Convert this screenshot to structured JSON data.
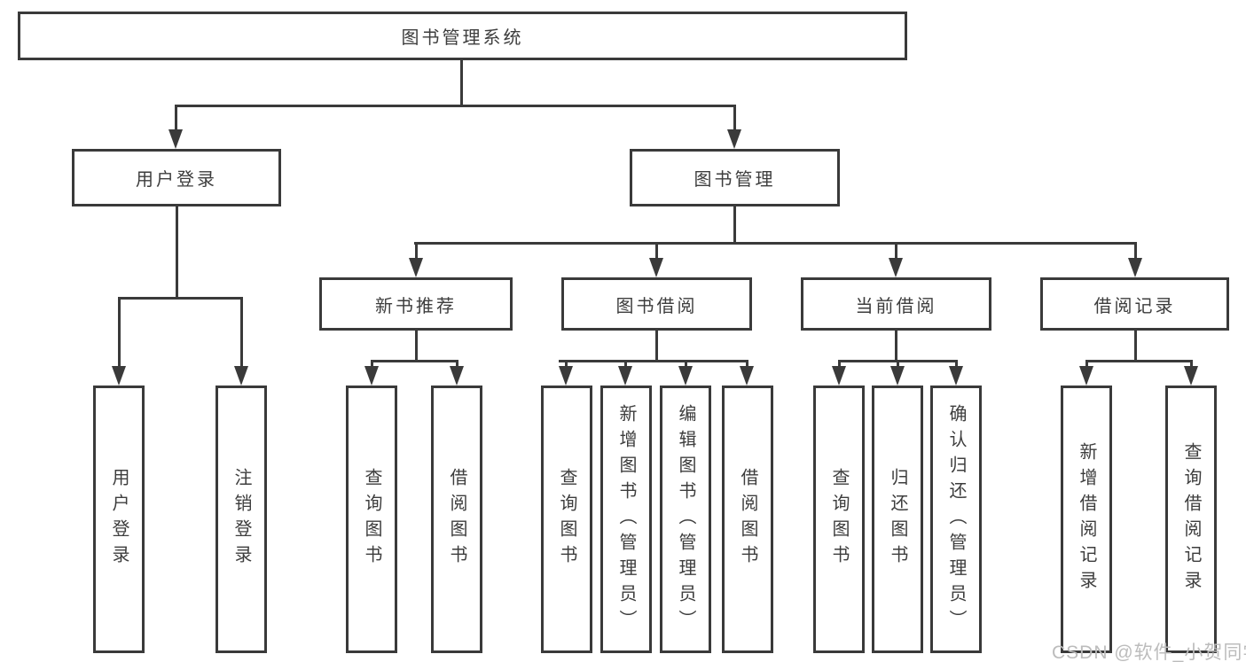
{
  "tree": {
    "root": {
      "label": "图书管理系统"
    },
    "branches": [
      {
        "label": "用户登录",
        "children": [
          {
            "label": "用户登录"
          },
          {
            "label": "注销登录"
          }
        ]
      },
      {
        "label": "图书管理",
        "children": [
          {
            "label": "新书推荐",
            "children": [
              {
                "label": "查询图书"
              },
              {
                "label": "借阅图书"
              }
            ]
          },
          {
            "label": "图书借阅",
            "children": [
              {
                "label": "查询图书"
              },
              {
                "label": "新增图书（管理员）"
              },
              {
                "label": "编辑图书（管理员）"
              },
              {
                "label": "借阅图书"
              }
            ]
          },
          {
            "label": "当前借阅",
            "children": [
              {
                "label": "查询图书"
              },
              {
                "label": "归还图书"
              },
              {
                "label": "确认归还（管理员）"
              }
            ]
          },
          {
            "label": "借阅记录",
            "children": [
              {
                "label": "新增借阅记录"
              },
              {
                "label": "查询借阅记录"
              }
            ]
          }
        ]
      }
    ]
  },
  "watermark": {
    "text": "CSDN @软件_小贺同学"
  },
  "colors": {
    "line": "#3a3a3a",
    "text": "#3d3d3d",
    "background": "#ffffff",
    "watermark": "#bcbcbc"
  }
}
